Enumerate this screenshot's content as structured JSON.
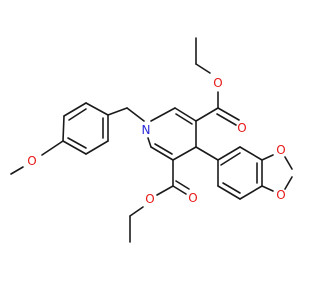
{
  "diagram": {
    "type": "chemical-structure",
    "background_color": "#ffffff",
    "bond_color": "#1a1a1a",
    "oxygen_color": "#e81919",
    "nitrogen_color": "#2a2ad8",
    "atom_labels": {
      "n1": "N",
      "o_methoxy": "O",
      "o_ester1_carbonyl": "O",
      "o_ester1_ether": "O",
      "o_ester2_carbonyl": "O",
      "o_ester2_ether": "O",
      "o_dioxole1": "O",
      "o_dioxole2": "O"
    }
  }
}
